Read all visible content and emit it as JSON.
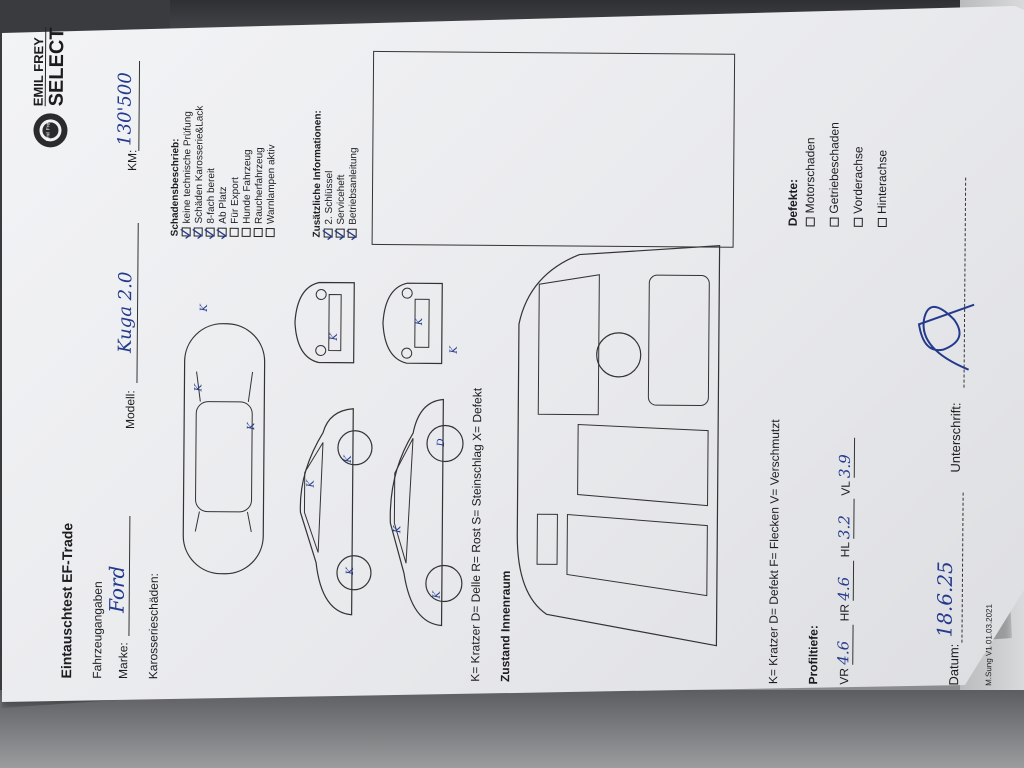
{
  "form": {
    "title": "Eintauschtest EF-Trade",
    "logo": {
      "line1": "EMIL FREY",
      "line2": "SELECT",
      "badge": "Emil Frey"
    },
    "vehicle_section": "Fahrzeugangaben",
    "marke_label": "Marke:",
    "marke_value": "Ford",
    "modell_label": "Modell:",
    "modell_value": "Kuga 2.0",
    "km_label": "KM:",
    "km_value": "130'500",
    "body_damage_label": "Karosserieschäden:",
    "damage_legend": "K= Kratzer D= Delle R= Rost S= Steinschlag X= Defekt",
    "interior_title": "Zustand Innenraum",
    "interior_legend": "K= Kratzer D= Defekt F= Flecken V= Verschmutzt",
    "schaden_title": "Schadensbeschrieb:",
    "schaden_items": [
      {
        "label": "keine technische Prüfung",
        "checked": true
      },
      {
        "label": "Schäden Karosserie&Lack",
        "checked": true
      },
      {
        "label": "8-fach bereit",
        "checked": true
      },
      {
        "label": "Ab Platz",
        "checked": true
      },
      {
        "label": "Für Export",
        "checked": false
      },
      {
        "label": "Hunde Fahrzeug",
        "checked": false
      },
      {
        "label": "Raucherfahrzeug",
        "checked": false
      },
      {
        "label": "Warnlampen aktiv",
        "checked": false
      }
    ],
    "zusatz_title": "Zusätzliche Informationen:",
    "zusatz_items": [
      {
        "label": "2. Schlüssel",
        "checked": true
      },
      {
        "label": "Serviceheft",
        "checked": true
      },
      {
        "label": "Betriebsanleitung",
        "checked": true
      }
    ],
    "defekte_title": "Defekte:",
    "defekte_items": [
      {
        "label": "Motorschaden",
        "checked": false
      },
      {
        "label": "Getriebeschaden",
        "checked": false
      },
      {
        "label": "Vorderachse",
        "checked": false
      },
      {
        "label": "Hinterachse",
        "checked": false
      }
    ],
    "profil_title": "Profiltiefe:",
    "profil": [
      {
        "label": "VR",
        "value": "4.6"
      },
      {
        "label": "HR",
        "value": "4.6"
      },
      {
        "label": "HL",
        "value": "3.2"
      },
      {
        "label": "VL",
        "value": "3.9"
      }
    ],
    "datum_label": "Datum:",
    "datum_value": "18.6.25",
    "unterschrift_label": "Unterschrift:",
    "version": "M.Sung V1 01.03.2021",
    "damage_marks": [
      "K",
      "K",
      "K",
      "K",
      "K",
      "K",
      "D",
      "K",
      "K",
      "K",
      "K",
      "K"
    ]
  }
}
